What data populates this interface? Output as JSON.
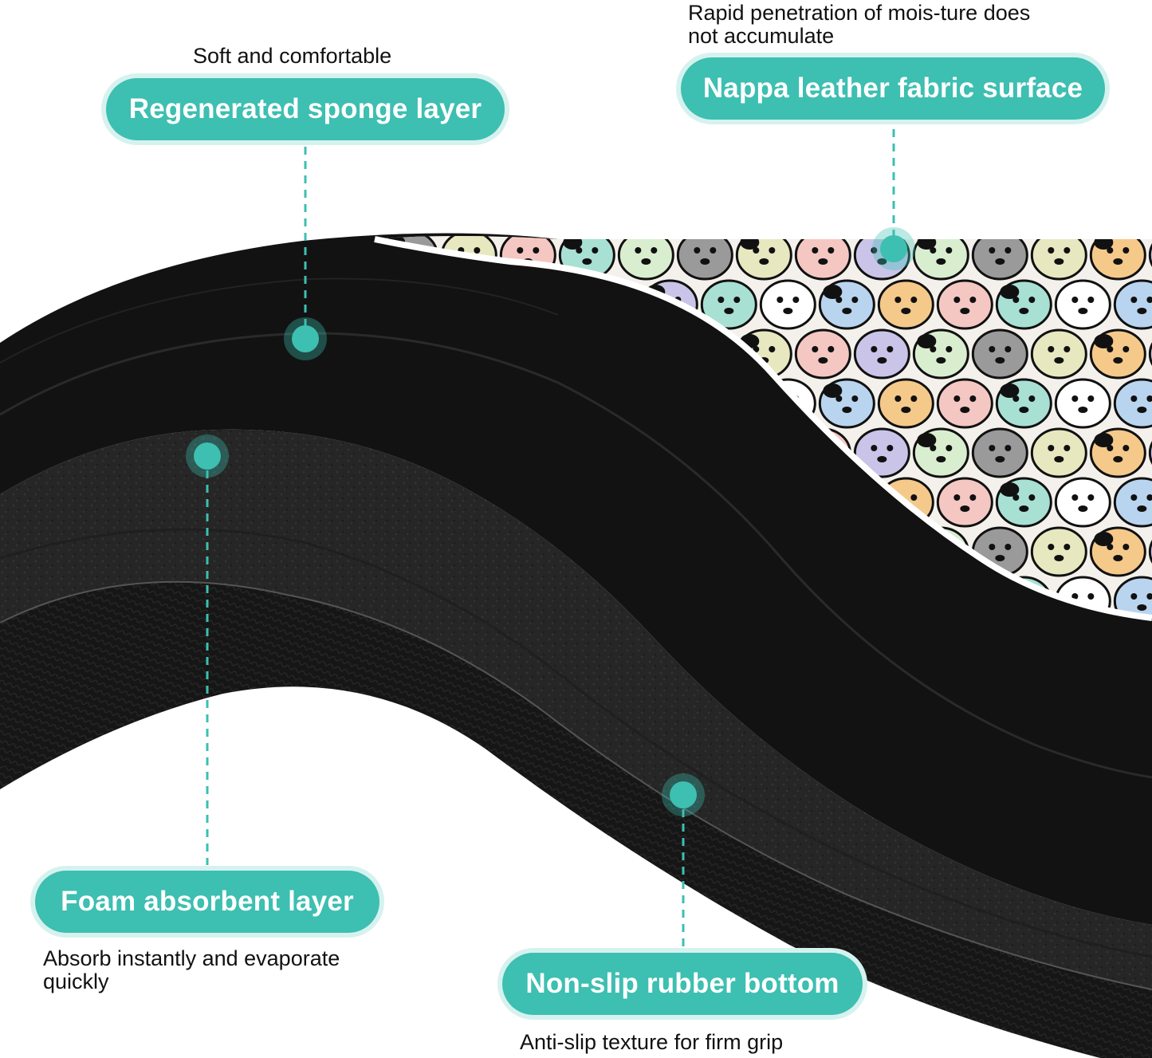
{
  "colors": {
    "accent": "#3dbfb1",
    "accent_halo": "#d6f2ef",
    "mat_black": "#121212",
    "foam_gray": "#2a2a2a"
  },
  "callouts": {
    "sponge": {
      "label": "Regenerated sponge layer",
      "caption": "Soft and comfortable"
    },
    "surface": {
      "label": "Nappa leather fabric surface",
      "caption_line1": "Rapid penetration of mois-ture does",
      "caption_line2": "not accumulate"
    },
    "foam": {
      "label": "Foam absorbent layer",
      "caption_line1": "Absorb instantly and evaporate",
      "caption_line2": "quickly"
    },
    "rubber": {
      "label": "Non-slip rubber bottom",
      "caption": "Anti-slip texture for firm grip"
    }
  },
  "illustration": {
    "icon": "dog-cartoon-pattern-icon"
  }
}
